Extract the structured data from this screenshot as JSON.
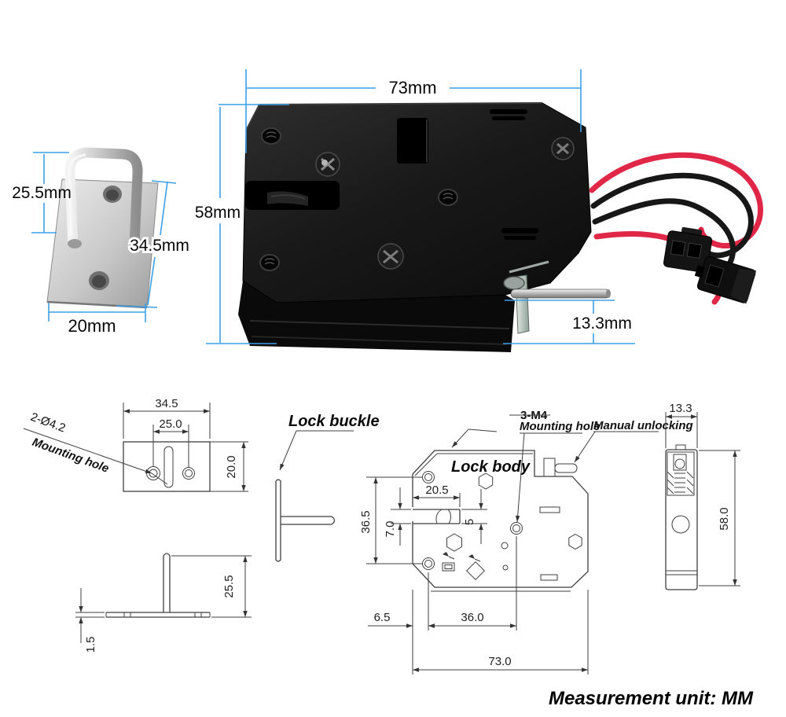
{
  "photos": {
    "buckle": {
      "dim_height": "25.5mm",
      "dim_diagonal": "34.5mm",
      "dim_width": "20mm"
    },
    "lock_body": {
      "dim_width": "73mm",
      "dim_height": "58mm",
      "dim_pin": "13.3mm"
    }
  },
  "drawings": {
    "plate_top": {
      "dim_width": "34.5",
      "dim_hole_spacing": "25.0",
      "dim_height": "20.0",
      "callout_qty": "2-Ø4.2",
      "callout_name": "Mounting hole"
    },
    "plate_side": {
      "dim_post_height": "25.5",
      "dim_thickness": "1.5"
    },
    "buckle_side": {
      "label": "Lock buckle"
    },
    "body_front": {
      "label": "Lock body",
      "callout_thread": "3-M4",
      "callout_mounting": "Mounting hole",
      "callout_manual": "Manual unlocking",
      "dim_slot_depth": "20.5",
      "dim_hole_span": "36.5",
      "dim_slot_offset": "7.0",
      "dim_slot_height": "5",
      "dim_edge_offset": "6.5",
      "dim_hole_distance": "36.0",
      "dim_total_width": "73.0"
    },
    "body_side": {
      "dim_width": "13.3",
      "dim_height": "58.0"
    }
  },
  "footer": {
    "unit_note": "Measurement unit: MM"
  },
  "colors": {
    "dimension_blue": "#3c9fe6",
    "drawing_line": "#3f3f3f",
    "wire_red": "#e02747",
    "wire_black": "#171717"
  }
}
